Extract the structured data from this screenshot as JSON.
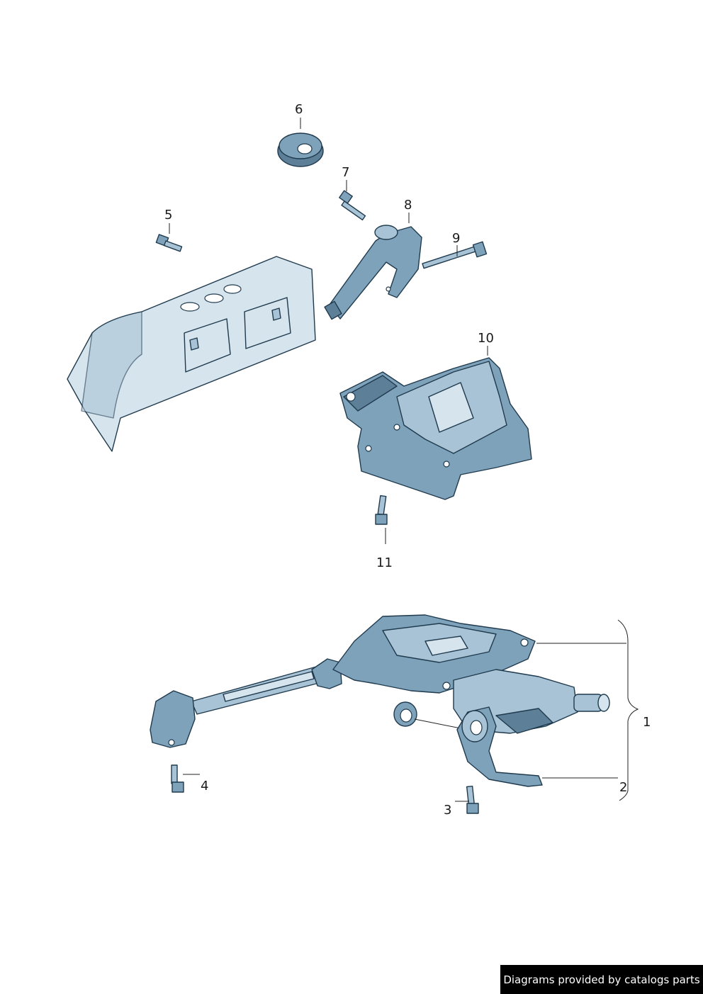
{
  "callouts": {
    "c1": "1",
    "c2": "2",
    "c3": "3",
    "c4": "4",
    "c5": "5",
    "c6": "6",
    "c7": "7",
    "c8": "8",
    "c9": "9",
    "c10": "10",
    "c11": "11"
  },
  "footer": {
    "credit": "Diagrams provided by catalogs parts"
  },
  "colors": {
    "part_light": "#a9c3d6",
    "part_mid": "#7fa2bb",
    "part_dark": "#5d7f98",
    "outline": "#1f3a4d",
    "credit_bg": "#000000"
  }
}
